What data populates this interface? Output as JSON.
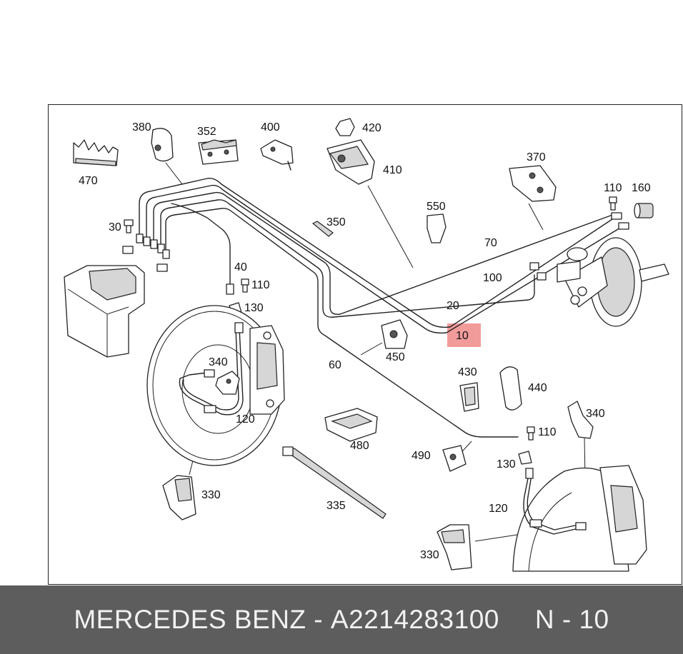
{
  "footer": {
    "brand": "MERCEDES BENZ",
    "separator": "-",
    "part_number": "A2214283100",
    "position": "N - 10"
  },
  "colors": {
    "highlight": "#f08a8a",
    "footer_bg": "#5d5d5d",
    "line": "#222222"
  },
  "callouts": {
    "c380": "380",
    "c352": "352",
    "c400": "400",
    "c420": "420",
    "c410": "410",
    "c370": "370",
    "c470": "470",
    "c110a": "110",
    "c160": "160",
    "c550": "550",
    "c30": "30",
    "c350": "350",
    "c70": "70",
    "c100": "100",
    "c40": "40",
    "c110b": "110",
    "c130a": "130",
    "c20": "20",
    "c10": "10",
    "c450": "450",
    "c60": "60",
    "c340a": "340",
    "c120a": "120",
    "c430": "430",
    "c440": "440",
    "c340b": "340",
    "c110c": "110",
    "c480": "480",
    "c490": "490",
    "c130b": "130",
    "c335": "335",
    "c120b": "120",
    "c330a": "330",
    "c330b": "330"
  }
}
